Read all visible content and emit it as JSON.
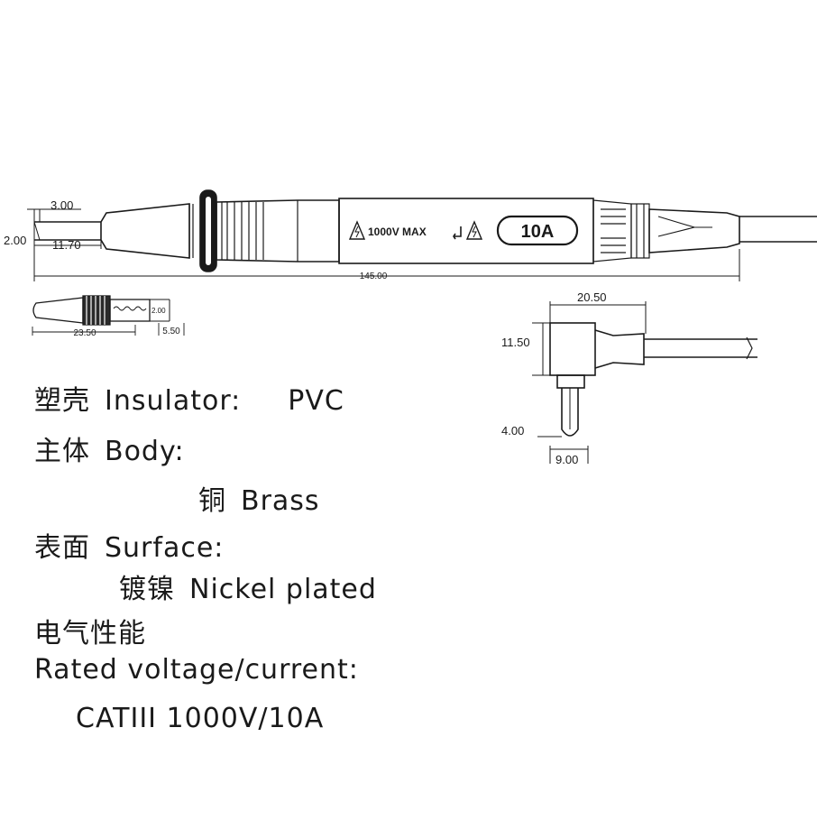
{
  "probe": {
    "dims": {
      "tip_width": "3.00",
      "tip_height": "2.00",
      "tip_length": "11.70",
      "overall_length": "145.00"
    },
    "label_voltage": "1000V MAX",
    "label_current": "10A"
  },
  "tip_cover": {
    "dims": {
      "length": "23.50",
      "end": "5.50",
      "bore": "2.00"
    }
  },
  "connector": {
    "dims": {
      "width": "20.50",
      "height": "11.50",
      "pin_dia": "4.00",
      "pin_spacing": "9.00"
    }
  },
  "specs": {
    "insulator_zh": "塑壳",
    "insulator_en": "Insulator:",
    "insulator_value": "PVC",
    "body_zh": "主体",
    "body_en": "Body:",
    "body_value_zh": "铜",
    "body_value_en": "Brass",
    "surface_zh": "表面",
    "surface_en": "Surface:",
    "surface_value_zh": "镀镍",
    "surface_value_en": "Nickel plated",
    "electrical_zh": "电气性能",
    "rating_en": "Rated voltage/current:",
    "rating_value": "CATIII 1000V/10A"
  }
}
